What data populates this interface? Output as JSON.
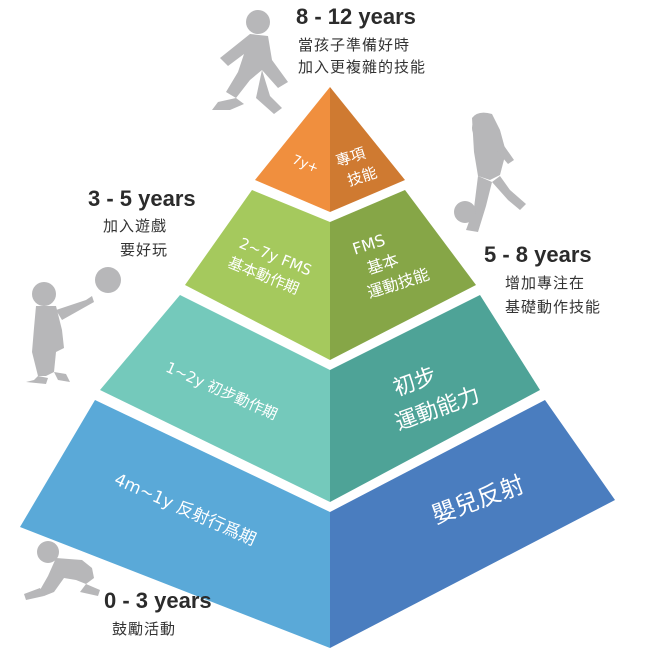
{
  "ages": {
    "top": {
      "range": "8 - 12 years",
      "line1": "當孩子準備好時",
      "line2": "加入更複雜的技能"
    },
    "left_upper": {
      "range": "3 - 5 years",
      "line1": "加入遊戲",
      "line2": "要好玩"
    },
    "right_mid": {
      "range": "5 - 8 years",
      "line1": "增加專注在",
      "line2": "基礎動作技能"
    },
    "bottom": {
      "range": "0 - 3 years",
      "line1": "鼓勵活動"
    }
  },
  "pyramid": {
    "tier1": {
      "left_label": "7y+",
      "right_line1": "專項",
      "right_line2": "技能"
    },
    "tier2": {
      "left_line1": "2~7y FMS",
      "left_line2": "基本動作期",
      "right_line1": "FMS",
      "right_line2": "基本",
      "right_line3": "運動技能"
    },
    "tier3": {
      "left_label": "1~2y 初步動作期",
      "right_line1": "初步",
      "right_line2": "運動能力"
    },
    "tier4": {
      "left_label": "4m~1y 反射行爲期",
      "right_label": "嬰兒反射"
    }
  },
  "colors": {
    "tier1_left": "#f08f3e",
    "tier1_right": "#cf7a31",
    "tier2_left": "#a5c95d",
    "tier2_right": "#86a647",
    "tier3_left": "#74c9bb",
    "tier3_right": "#4ea397",
    "tier4_left": "#5aa9d8",
    "tier4_right": "#4a7dbf",
    "silhouette": "#b7b7b9"
  }
}
